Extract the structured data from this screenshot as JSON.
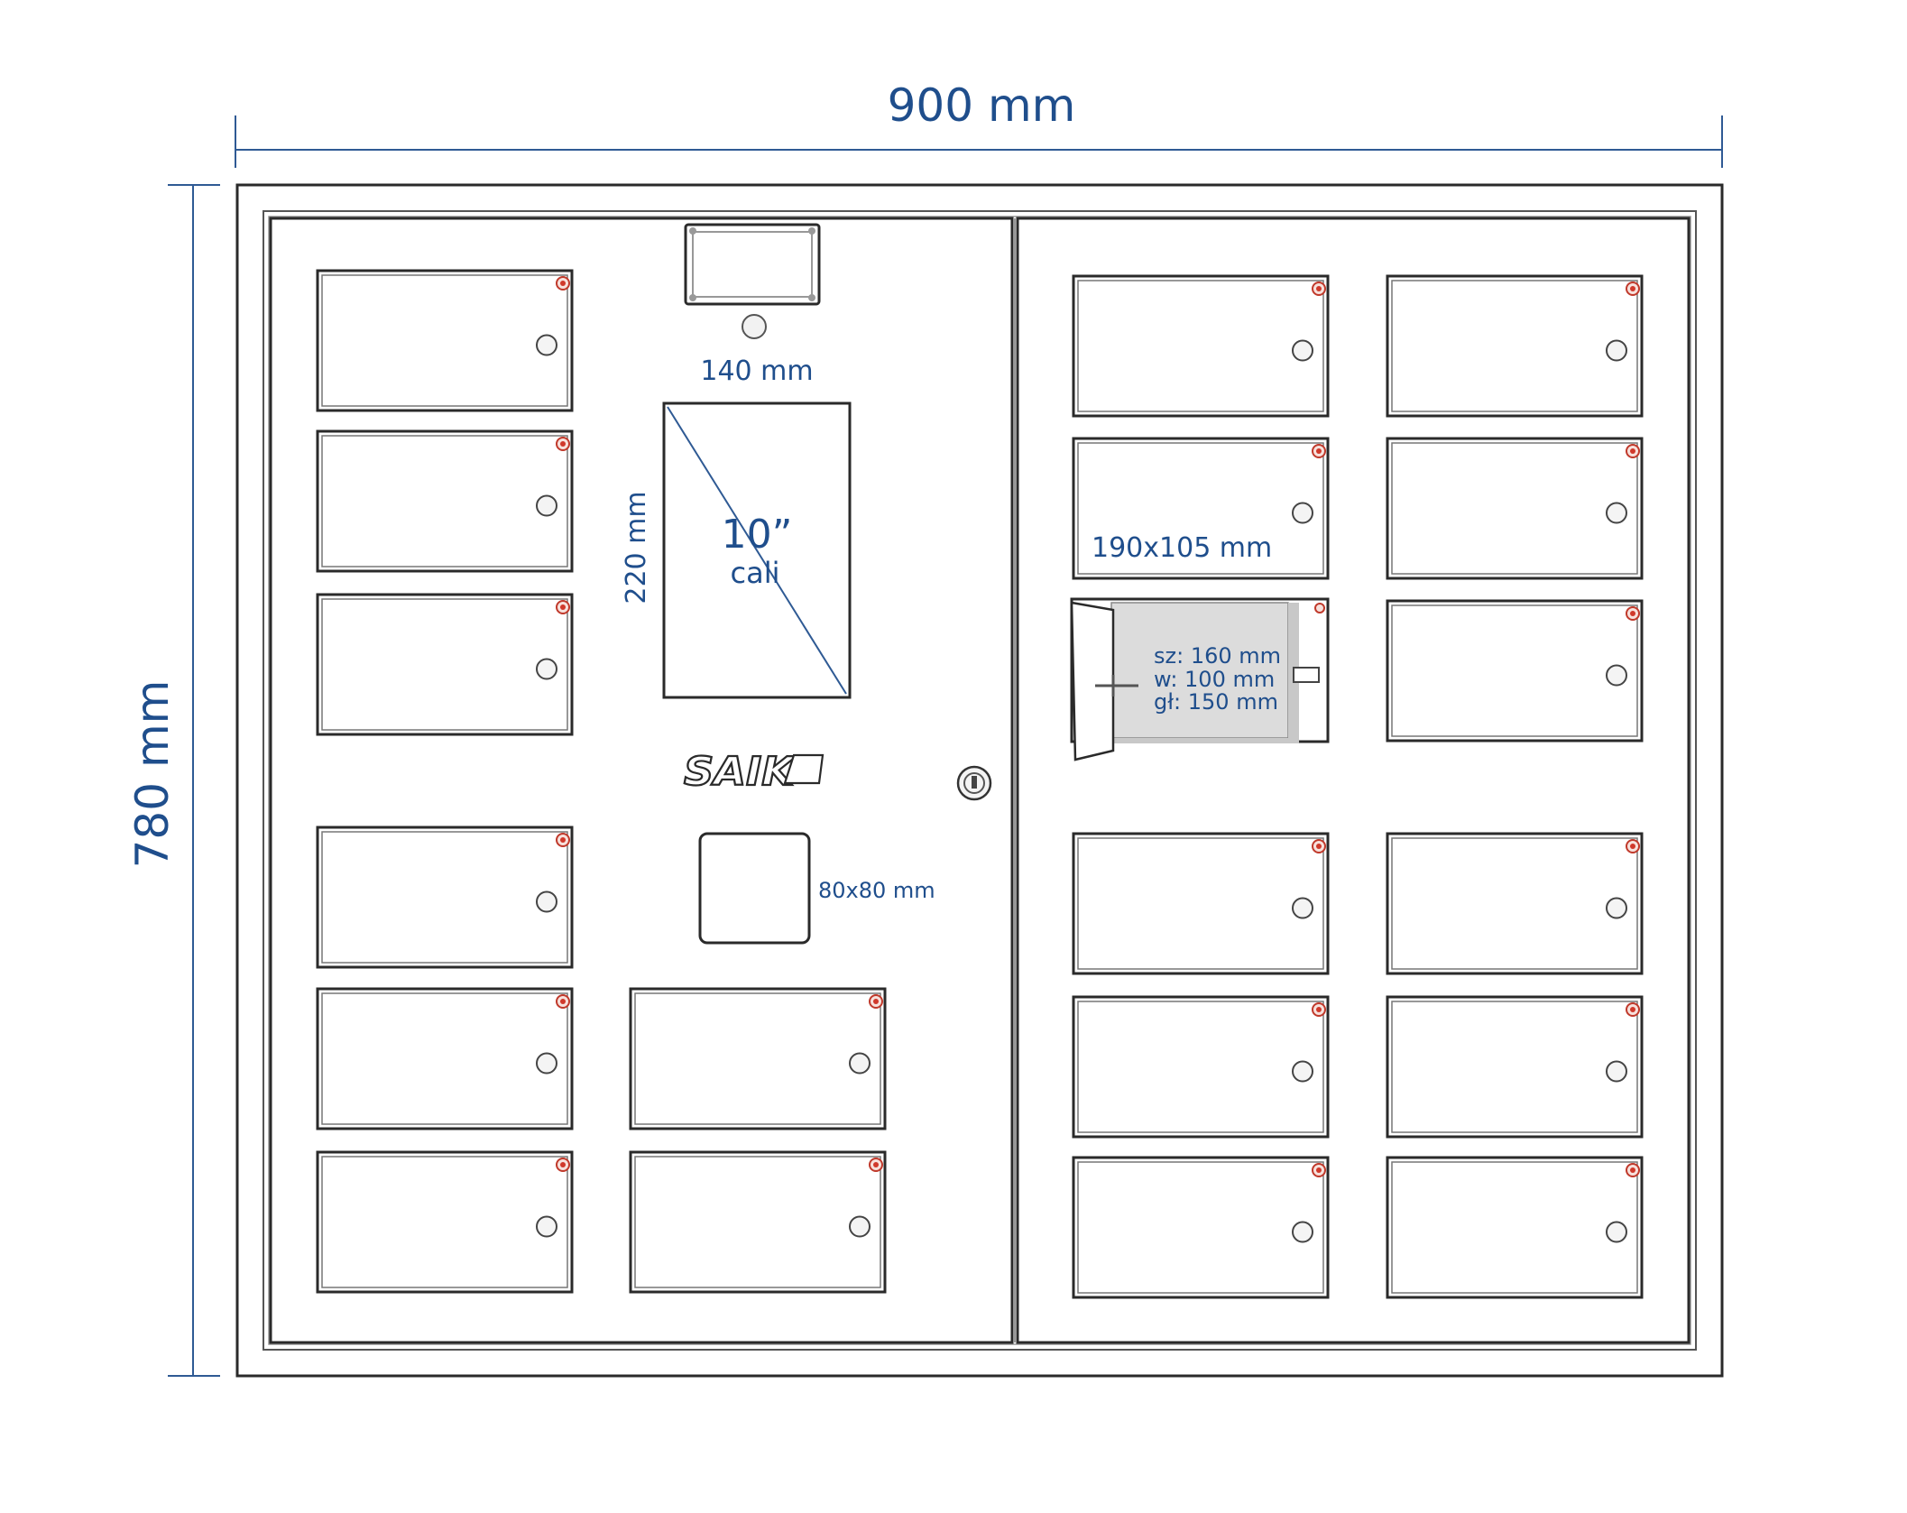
{
  "dimensions": {
    "width_label": "900 mm",
    "height_label": "780 mm"
  },
  "screen": {
    "width_label": "140 mm",
    "height_label": "220 mm",
    "size_value": "10”",
    "size_unit": "cali"
  },
  "locker_size_label": "190x105 mm",
  "compartment": {
    "width_line": "sz: 160 mm",
    "height_line": "w:  100 mm",
    "depth_line": "gł: 150 mm"
  },
  "reader_label": "80x80 mm",
  "logo_text": "SAIK",
  "colors": {
    "annotation": "#1f4e8c",
    "led": "#d0392b",
    "outline": "#2a2a2a"
  },
  "icons": [
    "lock-keyhole-icon",
    "locker-knob-icon",
    "status-led-icon"
  ]
}
